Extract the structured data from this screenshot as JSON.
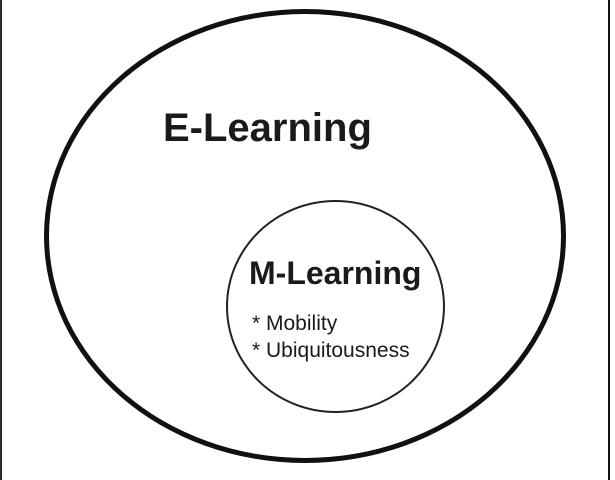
{
  "diagram": {
    "outer_set": {
      "label": "E-Learning"
    },
    "inner_set": {
      "label": "M-Learning",
      "bullets": [
        "* Mobility",
        "* Ubiquitousness"
      ]
    }
  },
  "colors": {
    "background": "#ffffff",
    "outer_stroke": "#111111",
    "inner_stroke": "#222222",
    "text": "#1a1a1a",
    "edge_artifact_line": "#2a2a2a"
  }
}
